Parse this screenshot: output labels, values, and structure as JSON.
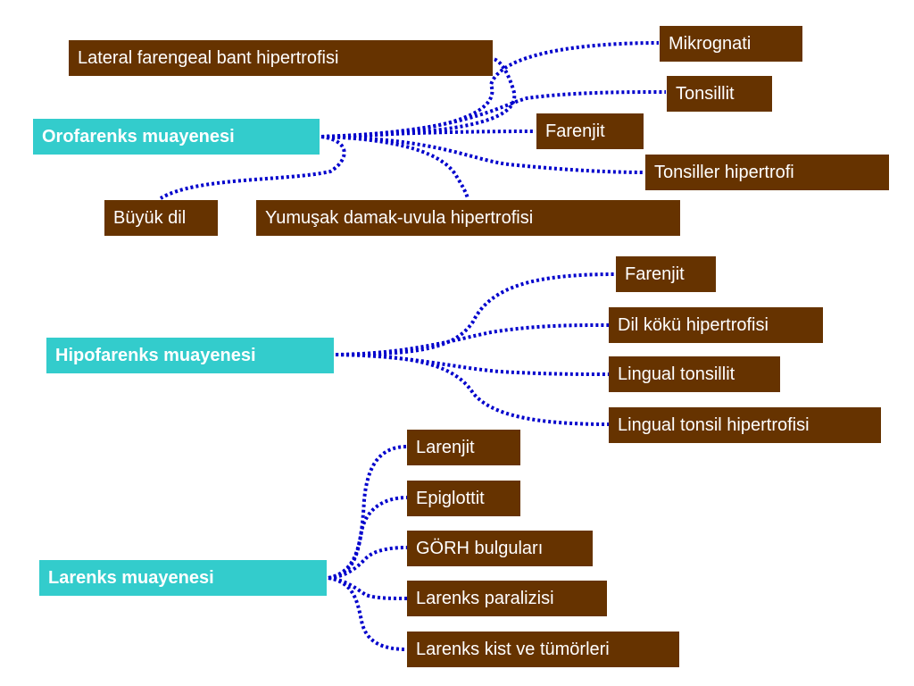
{
  "colors": {
    "hub": "#33cccc",
    "leaf": "#663300",
    "connector": "#0000cc",
    "text": "#ffffff"
  },
  "groups": [
    {
      "hub": "Orofarenks muayenesi",
      "items": [
        "Lateral farengeal bant hipertrofisi",
        "Mikrognati",
        "Tonsillit",
        "Farenjit",
        "Tonsiller hipertrofi",
        "Büyük dil",
        "Yumuşak damak-uvula hipertrofisi"
      ]
    },
    {
      "hub": "Hipofarenks muayenesi",
      "items": [
        "Farenjit",
        "Dil kökü hipertrofisi",
        "Lingual tonsillit",
        "Lingual tonsil hipertrofisi"
      ]
    },
    {
      "hub": "Larenks muayenesi",
      "items": [
        "Larenjit",
        "Epiglottit",
        "GÖRH bulguları",
        "Larenks paralizisi",
        "Larenks kist ve tümörleri"
      ]
    }
  ]
}
